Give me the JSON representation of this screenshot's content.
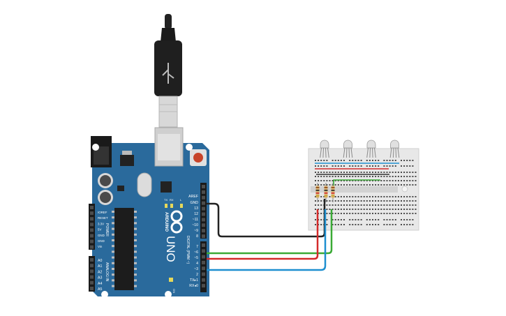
{
  "board": {
    "logo_text": "ARDUINO",
    "model_text": "UNO",
    "on_label": "ON",
    "tx_label": "TX",
    "rx_label": "RX",
    "l_label": "L",
    "digital_section_label": "DIGITAL (PWM ~)",
    "power_section_label": "POWER",
    "analog_section_label": "ANALOG IN",
    "digital_pins": [
      "AREF",
      "GND",
      "13",
      "12",
      "~11",
      "~10",
      "~9",
      "8",
      "7",
      "~6",
      "~5",
      "4",
      "~3",
      "2",
      "TX▸1",
      "RX◂0"
    ],
    "power_pins": [
      "IOREF",
      "RESET",
      "3.3V",
      "5V",
      "GND",
      "GND",
      "Vin"
    ],
    "analog_pins": [
      "A0",
      "A1",
      "A2",
      "A3",
      "A4",
      "A5"
    ]
  },
  "colors": {
    "board": "#2a6a9c",
    "board_edge": "#1d5580",
    "breadboard": "#e8e8e8",
    "wire_black": "#222222",
    "wire_green": "#3aaa35",
    "wire_red": "#d42a2a",
    "wire_blue": "#1e8fd0",
    "rail_red": "#d42a2a",
    "rail_blue": "#1e8fd0"
  },
  "breadboard": {
    "led_count": 4,
    "resistor_count": 3
  }
}
